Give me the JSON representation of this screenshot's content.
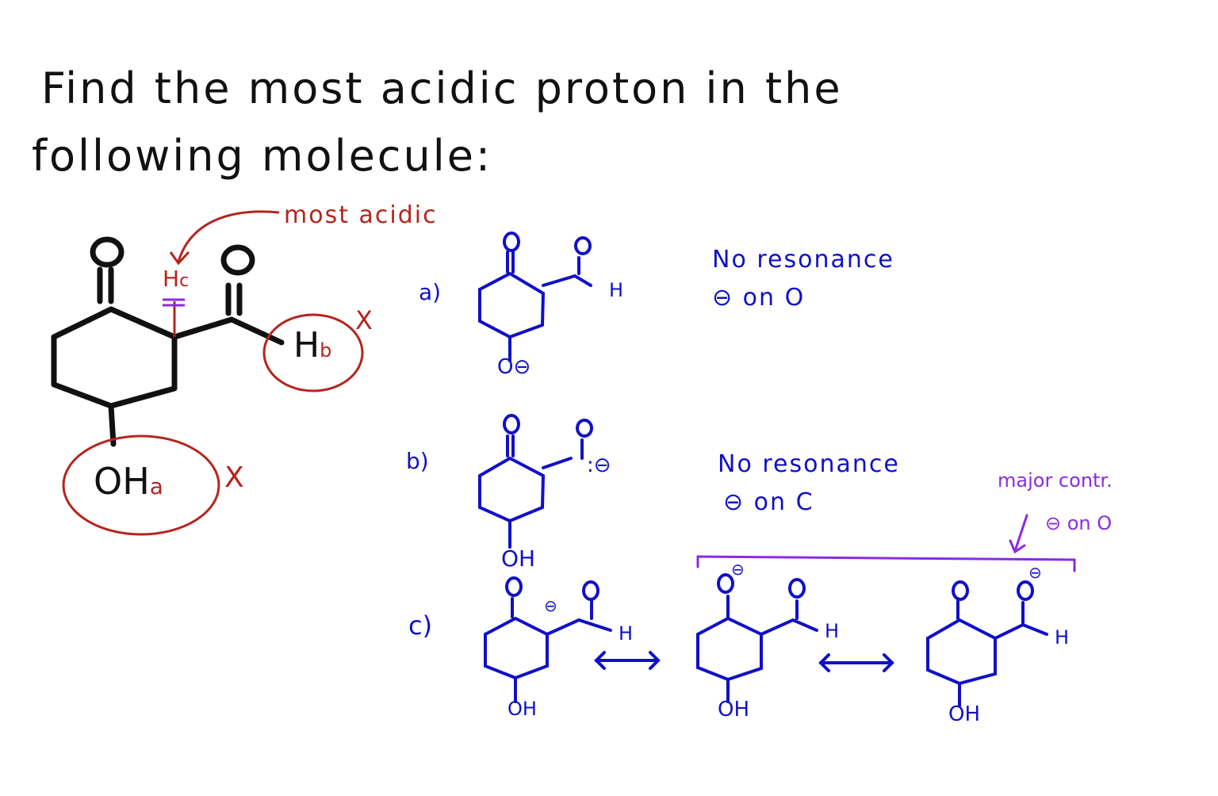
{
  "question": {
    "line1": "Find the most acidic proton in the",
    "line2": "following molecule:"
  },
  "colors": {
    "ink": "#111111",
    "annotation_red": "#b3261e",
    "answer_blue": "#1010c8",
    "note_purple": "#8a2be2"
  },
  "main_molecule": {
    "annotation": "most acidic",
    "protons": {
      "a": {
        "label": "OH",
        "subscript": "a",
        "mark": "X"
      },
      "b": {
        "label": "H",
        "subscript": "b",
        "mark": "X"
      },
      "c": {
        "label": "H",
        "subscript": "c"
      }
    },
    "oxygens": [
      "O",
      "O"
    ]
  },
  "options": [
    {
      "label": "a)",
      "substituent_bottom": "O⊖",
      "aldehyde_h": "H",
      "note_line1": "No resonance",
      "note_line2": "⊖ on O"
    },
    {
      "label": "b)",
      "substituent_bottom": "OH",
      "carbanion": ":⊖",
      "note_line1": "No resonance",
      "note_line2": "⊖ on C"
    },
    {
      "label": "c)",
      "structures": [
        {
          "bottom": "OH",
          "aldehyde_h": "H",
          "charge": "⊖"
        },
        {
          "bottom": "OH",
          "aldehyde_h": "H",
          "charge": "⊖"
        },
        {
          "bottom": "OH",
          "aldehyde_h": "H",
          "charge": "⊖"
        }
      ],
      "resonance_arrow": "⟷"
    }
  ],
  "major_contributor_note": {
    "line1": "major contr.",
    "line2": "⊖ on O"
  }
}
